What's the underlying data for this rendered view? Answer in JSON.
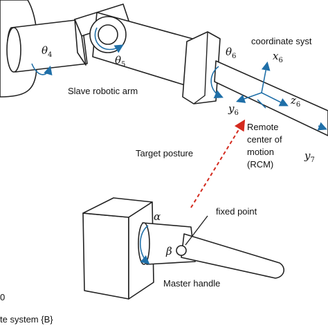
{
  "labels": {
    "coordinate": "coordinate syst",
    "slave_arm": "Slave robotic arm",
    "target_posture": "Target posture",
    "rcm_line1": "Remote",
    "rcm_line2": "center of",
    "rcm_line3": "motion",
    "rcm_line4": "(RCM)",
    "fixed_point": "fixed point",
    "master_handle": "Master handle",
    "coord_b": "te system {B}",
    "left_zero": "0"
  },
  "symbols": {
    "theta4": {
      "main": "θ",
      "sub": "4"
    },
    "theta5": {
      "main": "θ",
      "sub": "5"
    },
    "theta6": {
      "main": "θ",
      "sub": "6"
    },
    "x6": {
      "main": "x",
      "sub": "6"
    },
    "z6": {
      "main": "z",
      "sub": "6"
    },
    "y6": {
      "main": "y",
      "sub": "6"
    },
    "y7": {
      "main": "y",
      "sub": "7"
    },
    "alpha": {
      "main": "α"
    },
    "beta": {
      "main": "β"
    }
  },
  "colors": {
    "axis_blue": "#1f6fa8",
    "target_arrow_red": "#d42a1e",
    "outline": "#222222"
  }
}
